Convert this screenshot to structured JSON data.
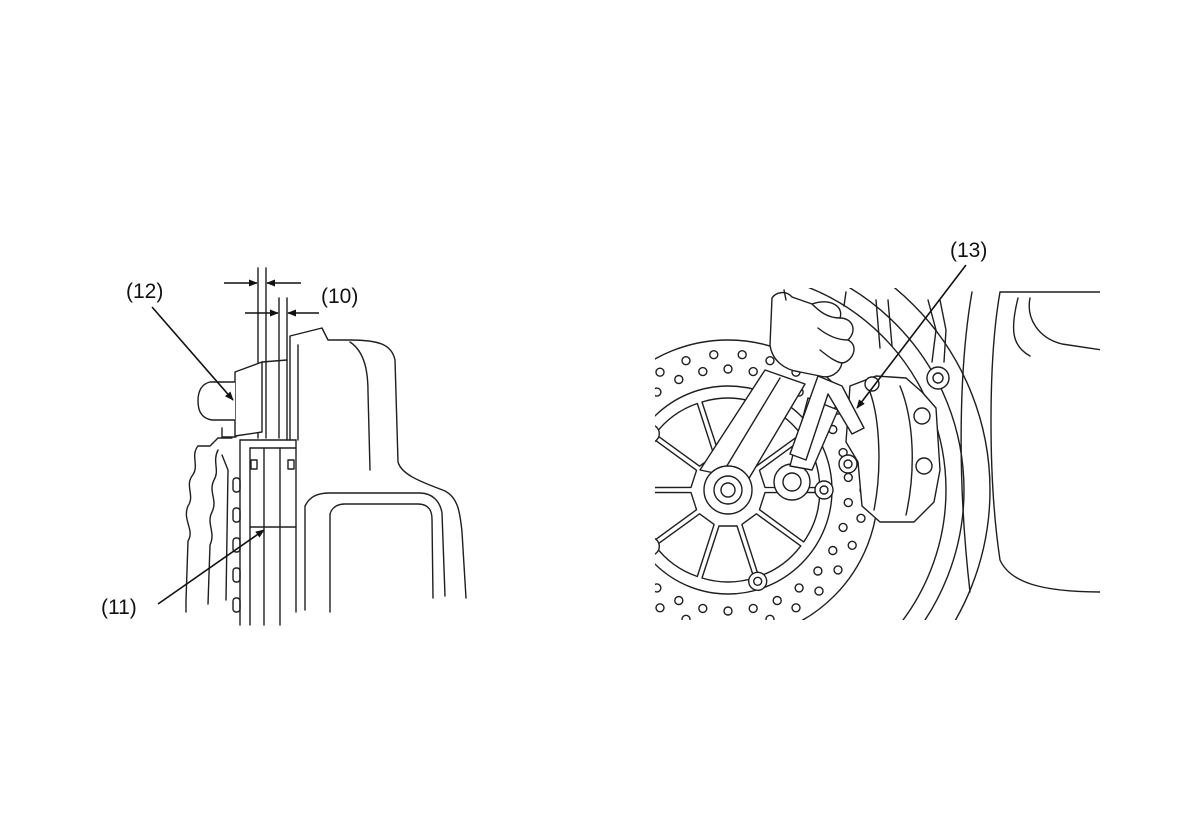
{
  "figure": {
    "labels": {
      "l10": "(10)",
      "l11": "(11)",
      "l12": "(12)",
      "l13": "(13)"
    }
  }
}
